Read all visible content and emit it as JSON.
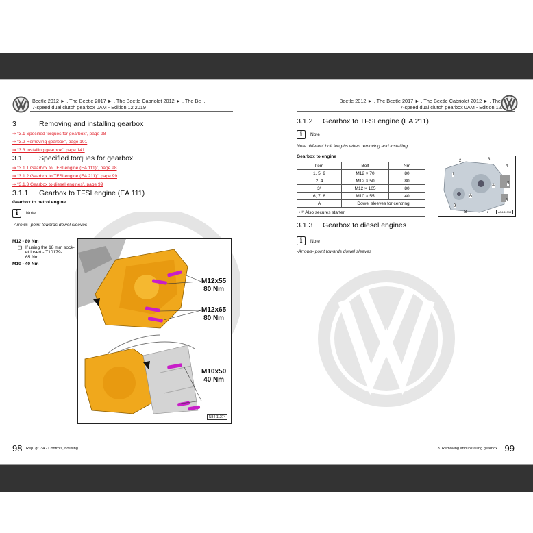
{
  "header": {
    "models": "Beetle 2012 ► , The Beetle 2017 ► , The Beetle Cabriolet 2012 ► , The Be ...",
    "edition": "7-speed dual clutch gearbox 0AM - Edition 12.2019"
  },
  "left_page": {
    "section": {
      "num": "3",
      "title": "Removing and installing gearbox"
    },
    "section_links": [
      "⇒ “3.1 Specified torques for gearbox”, page 98",
      "⇒ “3.2 Removing gearbox”, page 101",
      "⇒ “3.3 Installing gearbox”, page 141"
    ],
    "subsection": {
      "num": "3.1",
      "title": "Specified torques for gearbox"
    },
    "subsection_links": [
      "⇒ “3.1.1 Gearbox to TFSI engine (EA 111)”, page 98",
      "⇒ “3.1.2 Gearbox to TFSI engine (EA 211)”, page 99",
      "⇒ “3.1.3 Gearbox to diesel engines”, page 99"
    ],
    "sub_subsection": {
      "num": "3.1.1",
      "title": "Gearbox to TFSI engine (EA 111)"
    },
    "caption": "Gearbox to petrol engine",
    "note_icon": "i",
    "note_label": "Note",
    "note_text": "-Arrows- point towards dowel sleeves",
    "specs": {
      "m12": "M12 - 80 Nm",
      "m12_detail_bullet": "❏",
      "m12_detail": [
        "If using the 18 mm sock-",
        "et insert - T10179- :",
        "65 Nm."
      ],
      "m10": "M10 - 40 Nm"
    },
    "figure": {
      "labels": [
        {
          "bolt": "M12x55",
          "torque": "80 Nm"
        },
        {
          "bolt": "M12x65",
          "torque": "80 Nm"
        },
        {
          "bolt": "M10x50",
          "torque": "40 Nm"
        }
      ],
      "id": "N34-11274"
    },
    "footer": {
      "page": "98",
      "text": "Rep. gr. 34 - Controls, housing"
    }
  },
  "right_page": {
    "sub_subsection": {
      "num": "3.1.2",
      "title": "Gearbox to TFSI engine (EA 211)"
    },
    "note_icon": "i",
    "note_label": "Note",
    "note_text": "Note different bolt lengths when removing and installing.",
    "table_caption": "Gearbox to engine",
    "table": {
      "headers": [
        "Item",
        "Bolt",
        "Nm"
      ],
      "rows": [
        [
          "1, 5, 9",
          "M12 × 70",
          "80"
        ],
        [
          "2, 4",
          "M12 × 50",
          "80"
        ],
        [
          "3¹",
          "M12 × 165",
          "80"
        ],
        [
          "6, 7, 8",
          "M10 × 55",
          "40"
        ]
      ],
      "dowel_row": {
        "item": "A",
        "desc": "Dowel sleeves for centring"
      },
      "footnote": "•   ¹⁾ Also secures starter"
    },
    "figure": {
      "callouts": [
        "1",
        "2",
        "3",
        "4",
        "5",
        "6",
        "7",
        "8",
        "9",
        "A",
        "A"
      ],
      "id": "A34-11313"
    },
    "sub_subsection_2": {
      "num": "3.1.3",
      "title": "Gearbox to diesel engines"
    },
    "note2_label": "Note",
    "note2_text": "-Arrows- point towards dowel sleeves",
    "footer": {
      "page": "99",
      "text": "3. Removing and installing gearbox"
    }
  },
  "colors": {
    "link": "#e0202a",
    "bar": "#333333",
    "gearbox": "#f0a81c",
    "bolt": "#c81ec8"
  }
}
